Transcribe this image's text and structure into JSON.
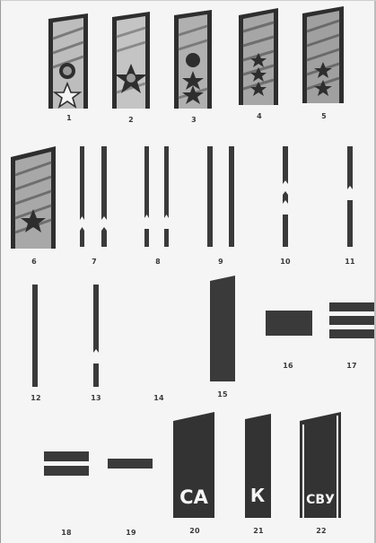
{
  "figure": {
    "labels": [
      "1",
      "2",
      "3",
      "4",
      "5",
      "6",
      "7",
      "8",
      "9",
      "10",
      "11",
      "12",
      "13",
      "14",
      "15",
      "16",
      "17",
      "18",
      "19",
      "20",
      "21",
      "22"
    ]
  },
  "insignia": {
    "item20_text": "CA",
    "item21_text": "К",
    "item22_text": "СВУ"
  },
  "colors": {
    "background": "#f5f5f5",
    "ink": "#3a3a3a",
    "board_field": "#8c8c8c",
    "board_edge": "#2e2e2e"
  }
}
